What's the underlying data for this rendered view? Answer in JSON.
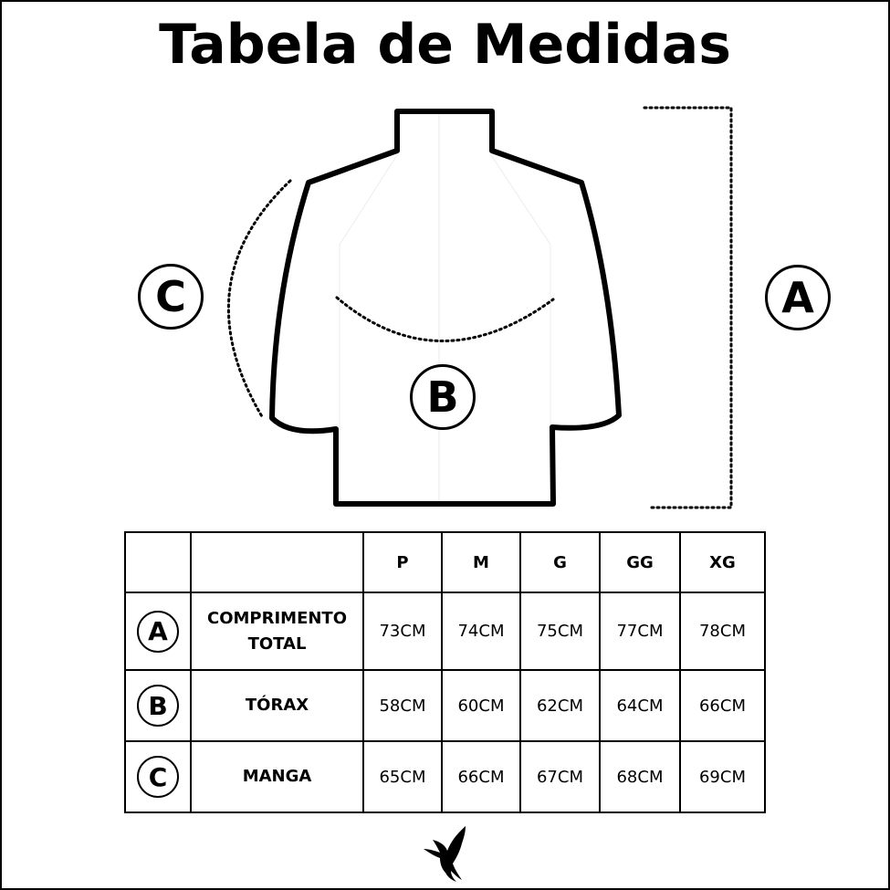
{
  "title": "Tabela de Medidas",
  "markers": {
    "a": "A",
    "b": "B",
    "c": "C"
  },
  "table": {
    "headers": [
      "",
      "",
      "P",
      "M",
      "G",
      "GG",
      "XG"
    ],
    "rows": [
      {
        "marker": "A",
        "label_line1": "COMPRIMENTO",
        "label_line2": "TOTAL",
        "values": [
          "73CM",
          "74CM",
          "75CM",
          "77CM",
          "78CM"
        ]
      },
      {
        "marker": "B",
        "label_line1": "TÓRAX",
        "label_line2": "",
        "values": [
          "58CM",
          "60CM",
          "62CM",
          "64CM",
          "66CM"
        ]
      },
      {
        "marker": "C",
        "label_line1": "MANGA",
        "label_line2": "",
        "values": [
          "65CM",
          "66CM",
          "67CM",
          "68CM",
          "69CM"
        ]
      }
    ]
  },
  "icons": {
    "logo": "bird-logo-icon",
    "garment": "shirt-back-outline"
  }
}
